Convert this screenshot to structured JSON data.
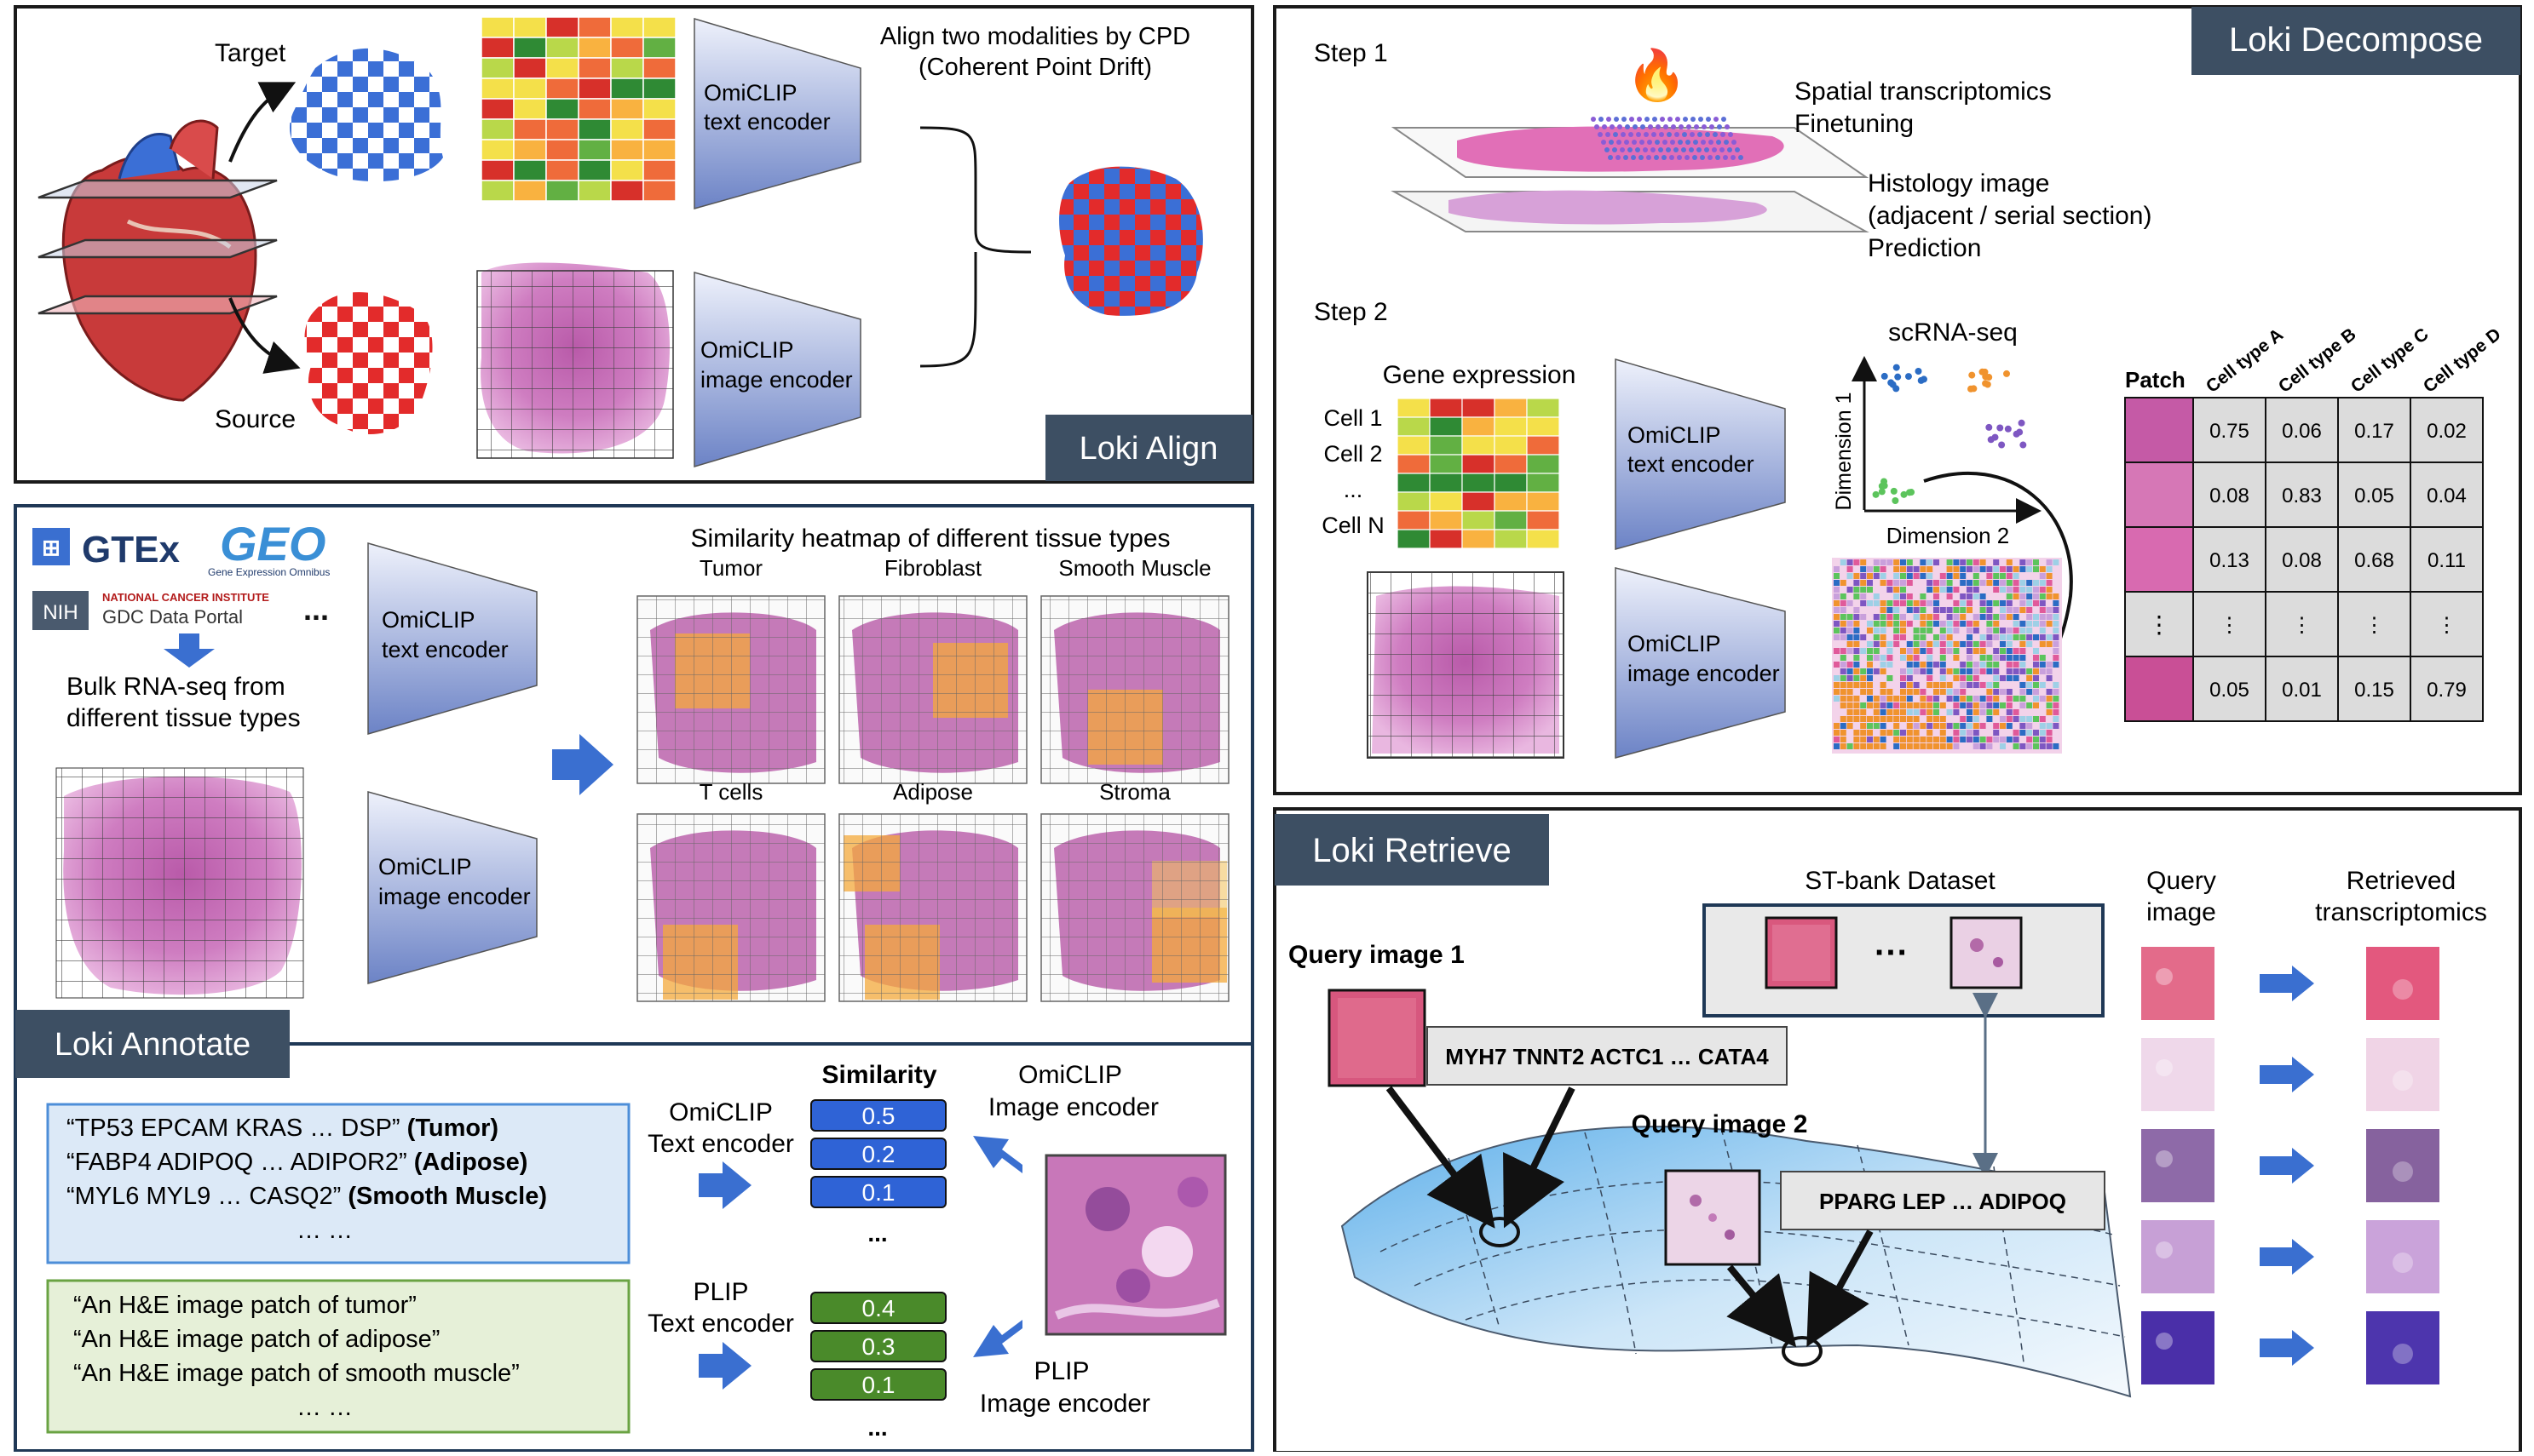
{
  "colors": {
    "panel_border": "#1a1a1a",
    "label_bg": "#3d4f63",
    "encoder_top": "#e8ecf8",
    "encoder_bottom": "#6f85c8",
    "arrow_blue": "#3a6fd0",
    "text_box_blue_bg": "#dce9f7",
    "text_box_blue_border": "#4d8ed8",
    "text_box_green_bg": "#e6f0d8",
    "text_box_green_border": "#6aa343",
    "sim_blue": "#2f63d6",
    "sim_green": "#4a8a2a",
    "tissue_pink": "#c46bb6",
    "highlight_orange": "#f4a93b",
    "checker_blue": "#3b6fd6",
    "checker_red": "#e32b2b"
  },
  "align": {
    "label": "Loki Align",
    "target": "Target",
    "source": "Source",
    "title_line1": "Align two modalities by CPD",
    "title_line2": "(Coherent Point Drift)",
    "text_enc": [
      "OmiCLIP",
      "text encoder"
    ],
    "image_enc": [
      "OmiCLIP",
      "image encoder"
    ]
  },
  "decompose": {
    "label": "Loki Decompose",
    "step1": "Step 1",
    "step2": "Step 2",
    "st_line1": "Spatial transcriptomics",
    "st_line2": "Finetuning",
    "hist_line1": "Histology image",
    "hist_line2": "(adjacent / serial section)",
    "hist_line3": "Prediction",
    "gene_expr": "Gene expression",
    "cells": [
      "Cell 1",
      "Cell 2",
      "...",
      "Cell N"
    ],
    "text_enc": [
      "OmiCLIP",
      "text encoder"
    ],
    "image_enc": [
      "OmiCLIP",
      "image encoder"
    ],
    "scrna": "scRNA-seq",
    "dim1": "Dimension 1",
    "dim2": "Dimension 2",
    "patch": "Patch",
    "cell_types": [
      "Cell type A",
      "Cell type B",
      "Cell type C",
      "Cell type D"
    ],
    "table": [
      [
        "0.75",
        "0.06",
        "0.17",
        "0.02"
      ],
      [
        "0.08",
        "0.83",
        "0.05",
        "0.04"
      ],
      [
        "0.13",
        "0.08",
        "0.68",
        "0.11"
      ],
      [
        "⋮",
        "⋮",
        "⋮",
        "⋮"
      ],
      [
        "0.05",
        "0.01",
        "0.15",
        "0.79"
      ]
    ]
  },
  "annotate": {
    "label": "Loki Annotate",
    "sources": {
      "gtex": "GTEx",
      "geo": "GEO",
      "geo_sub": "Gene Expression Omnibus",
      "nih": "NIH",
      "nci": "NATIONAL CANCER INSTITUTE",
      "gdc": "GDC Data Portal",
      "dots": "..."
    },
    "bulk_line1": "Bulk RNA-seq from",
    "bulk_line2": "different tissue types",
    "text_enc": [
      "OmiCLIP",
      "text encoder"
    ],
    "image_enc": [
      "OmiCLIP",
      "image encoder"
    ],
    "heatmap_title": "Similarity heatmap of different tissue types",
    "tissues": [
      "Tumor",
      "Fibroblast",
      "Smooth Muscle",
      "T cells",
      "Adipose",
      "Stroma"
    ],
    "prompts_omi": [
      {
        "text": "“TP53 EPCAM KRAS … DSP” ",
        "bold": "(Tumor)"
      },
      {
        "text": "“FABP4 ADIPOQ … ADIPOR2” ",
        "bold": "(Adipose)"
      },
      {
        "text": "“MYL6 MYL9 … CASQ2” ",
        "bold": "(Smooth Muscle)"
      },
      {
        "text": "… …",
        "bold": ""
      }
    ],
    "prompts_plip": [
      "“An H&E image patch of tumor”",
      "“An H&E image patch of adipose”",
      "“An H&E image patch of smooth muscle”",
      "… …"
    ],
    "omiclip_text": [
      "OmiCLIP",
      "Text encoder"
    ],
    "plip_text": [
      "PLIP",
      "Text encoder"
    ],
    "similarity": "Similarity",
    "omi_values": [
      "0.5",
      "0.2",
      "0.1"
    ],
    "plip_values": [
      "0.4",
      "0.3",
      "0.1"
    ],
    "ellipsis": "...",
    "omiclip_image": [
      "OmiCLIP",
      "Image encoder"
    ],
    "plip_image": [
      "PLIP",
      "Image encoder"
    ]
  },
  "retrieve": {
    "label": "Loki Retrieve",
    "st_bank": "ST-bank Dataset",
    "dots": "···",
    "query1": "Query image 1",
    "query2": "Query image 2",
    "genes1": "MYH7 TNNT2 ACTC1 … CATA4",
    "genes2": "PPARG LEP … ADIPOQ",
    "query_col": [
      "Query",
      "image"
    ],
    "retrieved_col": [
      "Retrieved",
      "transcriptomics"
    ]
  }
}
